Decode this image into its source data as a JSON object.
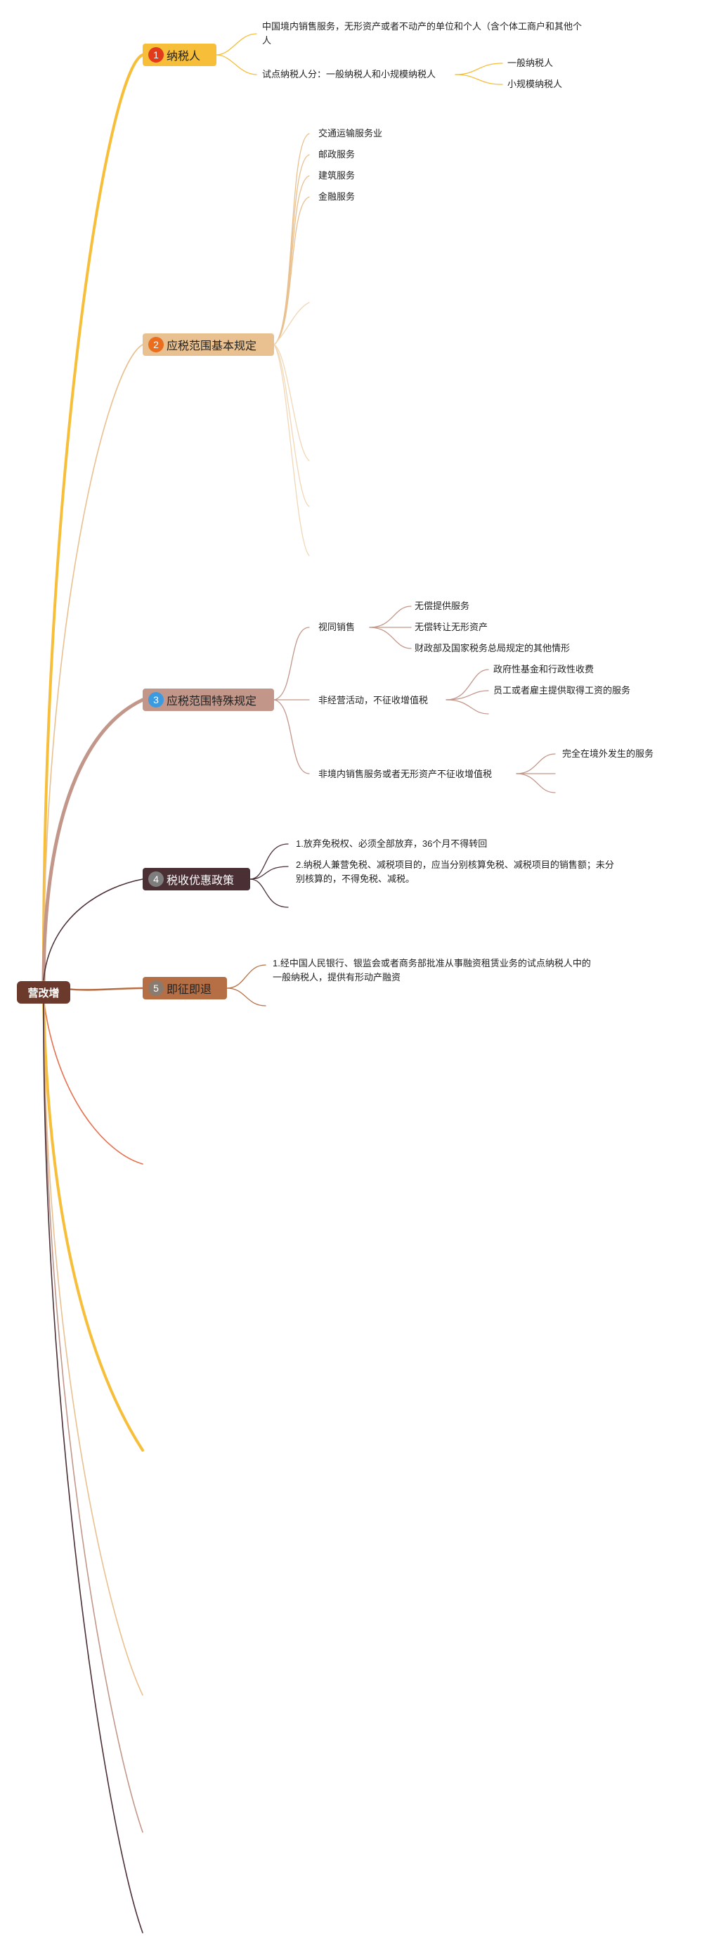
{
  "root": {
    "label": "营改增"
  },
  "colors": {
    "gold": "#f7be3a",
    "tan": "#e9c08f",
    "rose": "#c2978a",
    "dark": "#4a2f34",
    "brown": "#b66f44",
    "red": "#e7704f"
  },
  "branches": [
    {
      "number": "1",
      "label": "纳税人",
      "color": "#f7be3a",
      "badge_color": "#e23b1b"
    },
    {
      "number": "2",
      "label": "应税范围基本规定",
      "color": "#e9c08f",
      "badge_color": "#ea6e1d"
    },
    {
      "number": "3",
      "label": "应税范围特殊规定",
      "color": "#c2978a",
      "badge_color": "#3c9ae0"
    },
    {
      "number": "4",
      "label": "税收优惠政策",
      "color": "#4a2f34",
      "badge_color": "#7d7d7d"
    },
    {
      "number": "5",
      "label": "即征即退",
      "color": "#b66f44",
      "badge_color": "#8a7b70"
    }
  ],
  "b1": {
    "item1_line1": "中国境内销售服务，无形资产或者不动产的单位和个人（含个体工商户和其他个",
    "item1_line2": "人",
    "item2": "试点纳税人分：一般纳税人和小规模纳税人",
    "item2_children": [
      "一般纳税人",
      "小规模纳税人"
    ]
  },
  "b2": {
    "items": [
      "交通运输服务业",
      "邮政服务",
      "建筑服务",
      "金融服务"
    ]
  },
  "b3": {
    "group1": "视同销售",
    "group1_children": [
      "无偿提供服务",
      "无偿转让无形资产",
      "财政部及国家税务总局规定的其他情形"
    ],
    "group2": "非经营活动，不征收增值税",
    "group2_children": [
      "政府性基金和行政性收费",
      "员工或者雇主提供取得工资的服务"
    ],
    "group3": "非境内销售服务或者无形资产不征收增值税",
    "group3_children": [
      "完全在境外发生的服务"
    ]
  },
  "b4": {
    "item1": "1.放弃免税权、必须全部放弃，36个月不得转回",
    "item2_line1": "2.纳税人兼营免税、减税项目的，应当分别核算免税、减税项目的销售额；未分",
    "item2_line2": "别核算的，不得免税、减税。"
  },
  "b5": {
    "item1_line1": "1.经中国人民银行、银监会或者商务部批准从事融资租赁业务的试点纳税人中的",
    "item1_line2": "一般纳税人，提供有形动产融资"
  }
}
